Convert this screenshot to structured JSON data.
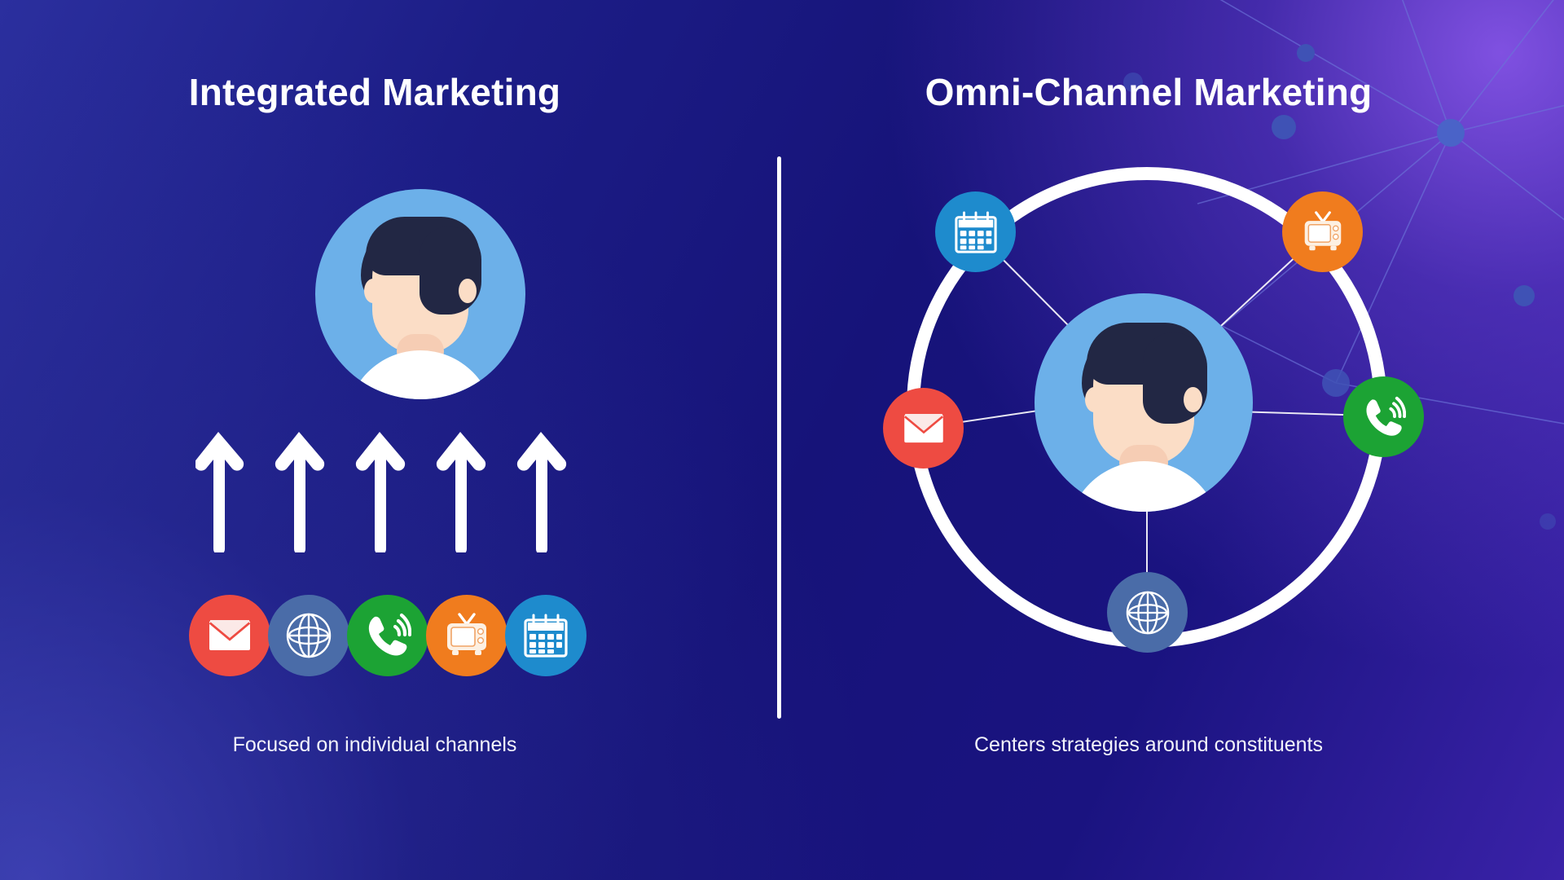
{
  "background": {
    "base_color": "#1a1a7a",
    "accent_glow": "#8554e6",
    "left_glow": "#464abe"
  },
  "left_panel": {
    "title": "Integrated Marketing",
    "caption": "Focused on individual channels",
    "avatar_name": "customer-avatar",
    "arrow_count": 5,
    "arrow_color": "#ffffff",
    "channels": [
      {
        "name": "email",
        "icon": "envelope-icon",
        "color": "#ee4b42"
      },
      {
        "name": "web",
        "icon": "globe-icon",
        "color": "#4a6ca8"
      },
      {
        "name": "phone",
        "icon": "phone-icon",
        "color": "#1ca334"
      },
      {
        "name": "tv",
        "icon": "tv-icon",
        "color": "#f07c1e"
      },
      {
        "name": "calendar",
        "icon": "calendar-icon",
        "color": "#1e8bcd"
      }
    ]
  },
  "right_panel": {
    "title": "Omni-Channel Marketing",
    "caption": "Centers strategies around constituents",
    "avatar_name": "constituent-avatar",
    "ring_color": "#ffffff",
    "nodes": [
      {
        "name": "calendar",
        "icon": "calendar-icon",
        "color": "#1e8bcd",
        "position": "top-left"
      },
      {
        "name": "tv",
        "icon": "tv-icon",
        "color": "#f07c1e",
        "position": "top-right"
      },
      {
        "name": "phone",
        "icon": "phone-icon",
        "color": "#1ca334",
        "position": "right"
      },
      {
        "name": "web",
        "icon": "globe-icon",
        "color": "#4a6ca8",
        "position": "bottom"
      },
      {
        "name": "email",
        "icon": "envelope-icon",
        "color": "#ee4b42",
        "position": "left"
      }
    ]
  },
  "divider": {
    "name": "vertical-divider",
    "color": "#ffffff"
  },
  "decoration": {
    "network_hub": "network-hub-node",
    "hub_color": "#4a63c8",
    "dots": 6
  }
}
